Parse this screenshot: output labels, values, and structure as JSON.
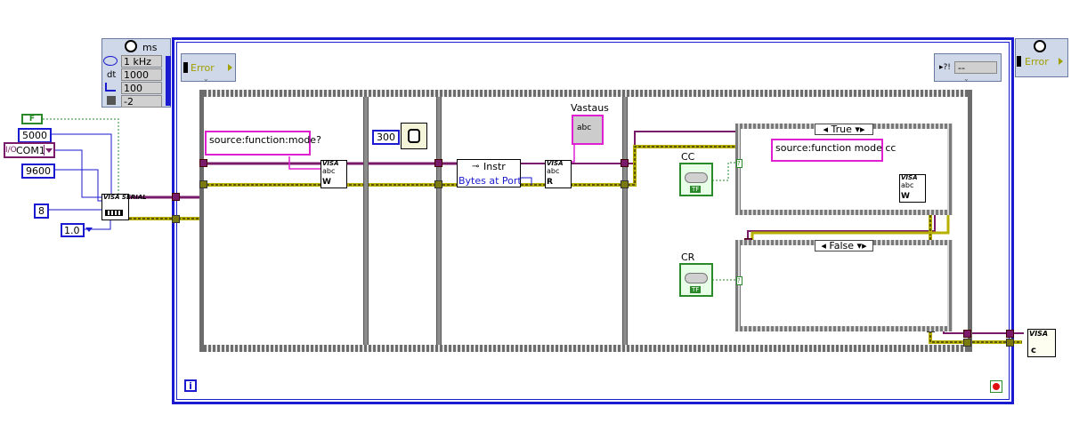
{
  "timed_loop": {
    "source_label": "1 kHz",
    "unit_label": "ms",
    "dt_label": "dt",
    "dt_value": "1000",
    "offset_value": "100",
    "priority_value": "-2",
    "error_in_label": "Error",
    "error_out_label": "Error",
    "error_out_value": "--"
  },
  "constants": {
    "bool_false": "F",
    "timeout": "5000",
    "resource": "COM1",
    "baud": "9600",
    "data_bits": "8",
    "stop_bits": "1.0",
    "wait_ms": "300"
  },
  "strings": {
    "query_cmd": "source:function:mode?",
    "set_cmd": "source:function mode cc"
  },
  "nodes": {
    "visa_serial_label": "VISA SERIAL",
    "property_class": "Instr",
    "property_name": "Bytes at Port",
    "indicator_label": "Vastaus",
    "indicator_glyph": "abc",
    "visa_label": "VISA",
    "visa_close_label": "VISA"
  },
  "case_structure": {
    "true_label": "True",
    "false_label": "False",
    "cc_label": "CC",
    "cr_label": "CR",
    "tf_label": "TF"
  },
  "colors": {
    "loop_border": "#1a1ad0",
    "refnum_wire": "#7a1a6a",
    "error_wire": "#b8b000",
    "string_wire": "#e020d0",
    "numeric": "#1a1ad0",
    "boolean": "#2a8a2a"
  }
}
